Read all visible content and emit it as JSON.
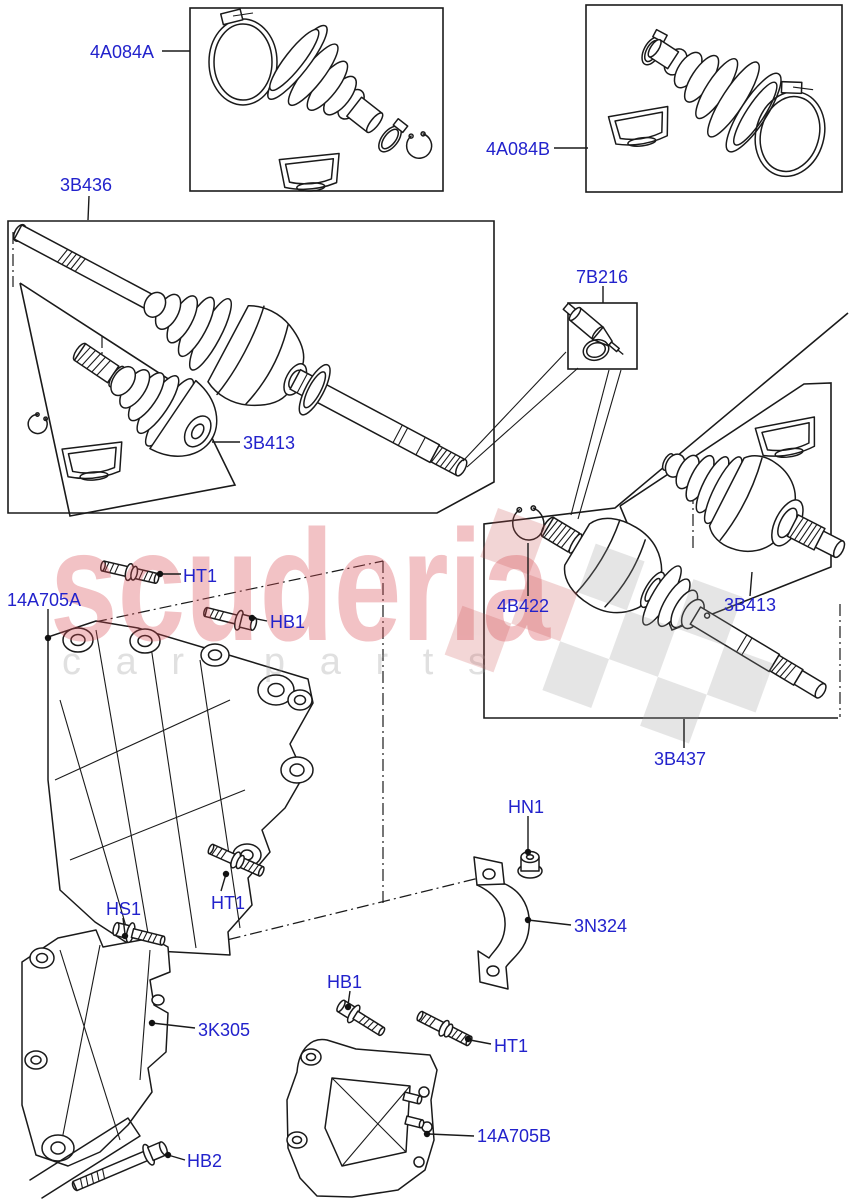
{
  "diagram": {
    "watermark": {
      "brand": "scuderia",
      "tagline": "car parts"
    },
    "label_color": "#2222cc",
    "labels": {
      "boot_kit_outer": "4A084A",
      "boot_kit_inner": "4A084B",
      "front_shaft_lh": "3B436",
      "grease_kit": "7B216",
      "joint_lh": "3B413",
      "snap_ring": "4B422",
      "joint_rh": "3B413",
      "front_shaft_rh": "3B437",
      "mount_bracket_a": "14A705A",
      "bolt_ht1_a": "HT1",
      "bolt_hb1_a": "HB1",
      "nut_hn1": "HN1",
      "clamp_3n324": "3N324",
      "bolt_ht1_b": "HT1",
      "bolt_hs1": "HS1",
      "bracket_3k305": "3K305",
      "bolt_hb1_b": "HB1",
      "bolt_ht1_c": "HT1",
      "bolt_hb2": "HB2",
      "mount_bracket_b": "14A705B"
    }
  }
}
